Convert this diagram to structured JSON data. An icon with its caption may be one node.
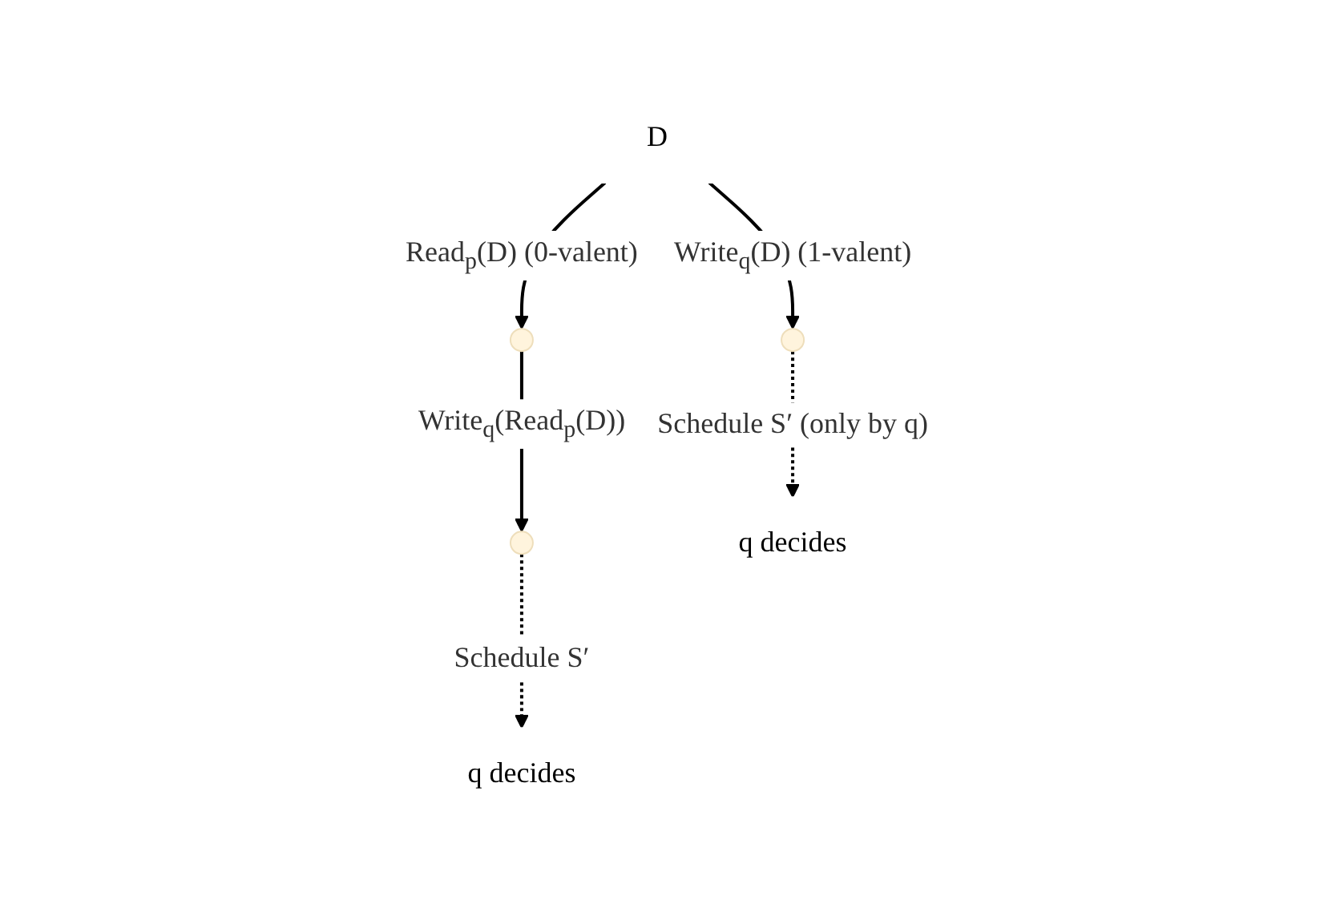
{
  "diagram": {
    "nodes": [
      {
        "text": [
          "D"
        ]
      },
      {
        "text": [],
        "shape": "circle"
      },
      {
        "text": [],
        "shape": "circle"
      },
      {
        "text": [],
        "shape": "circle"
      },
      {
        "text": [
          "q decides"
        ]
      },
      {
        "text": [
          "q decides"
        ]
      }
    ],
    "edges": [
      {
        "from": 0,
        "to": 1,
        "arrow": "to",
        "label": "Read$_{p}$(D) (0-valent)"
      },
      {
        "from": 0,
        "to": 2,
        "arrow": "to",
        "label": "Write$_{q}$(D) (1-valent)"
      },
      {
        "from": 1,
        "to": 3,
        "arrow": "to",
        "label": "Write$_{q}$(Read$_{p}$(D))"
      },
      {
        "from": 2,
        "to": 4,
        "arrow": "to",
        "style": "dashed",
        "label": "Schedule S′ (only by q)"
      },
      {
        "from": 3,
        "to": 5,
        "arrow": "to",
        "style": "dashed",
        "label": "Schedule S′"
      }
    ]
  }
}
